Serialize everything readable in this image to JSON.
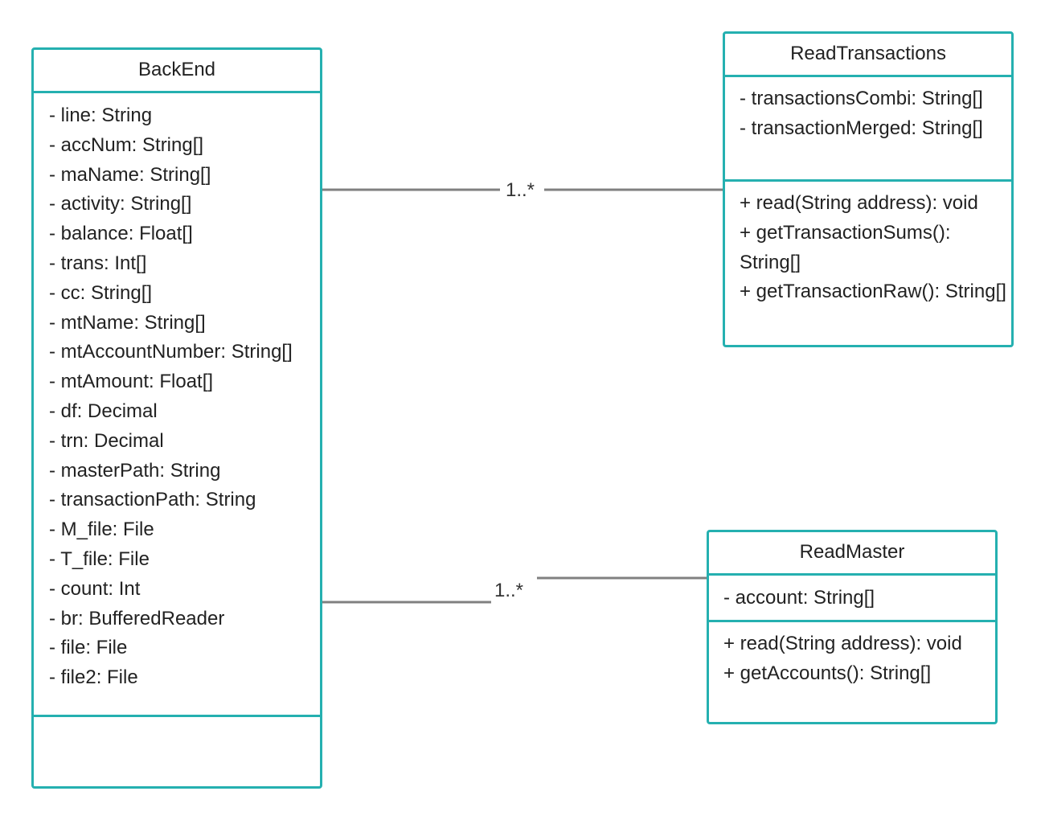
{
  "diagram": {
    "classes": {
      "backend": {
        "name": "BackEnd",
        "attributes": [
          "- line: String",
          "- accNum: String[]",
          "- maName: String[]",
          "- activity: String[]",
          "- balance: Float[]",
          "- trans: Int[]",
          "- cc: String[]",
          "- mtName: String[]",
          "- mtAccountNumber: String[]",
          "- mtAmount: Float[]",
          "- df: Decimal",
          "- trn: Decimal",
          "- masterPath: String",
          "- transactionPath: String",
          "- M_file: File",
          "- T_file: File",
          "- count: Int",
          "- br: BufferedReader",
          "- file: File",
          "- file2: File"
        ],
        "operations": []
      },
      "readtransactions": {
        "name": "ReadTransactions",
        "attributes": [
          "- transactionsCombi: String[]",
          "- transactionMerged: String[]"
        ],
        "operations": [
          "+ read(String address): void",
          "+ getTransactionSums(): String[]",
          "+ getTransactionRaw(): String[]"
        ]
      },
      "readmaster": {
        "name": "ReadMaster",
        "attributes": [
          "- account: String[]"
        ],
        "operations": [
          "+ read(String address): void",
          "+ getAccounts(): String[]"
        ]
      }
    },
    "associations": [
      {
        "from": "BackEnd",
        "to": "ReadTransactions",
        "multiplicity": "1..*"
      },
      {
        "from": "BackEnd",
        "to": "ReadMaster",
        "multiplicity": "1..*"
      }
    ],
    "colors": {
      "class_border": "#25b0b0",
      "connector": "#808080"
    }
  }
}
